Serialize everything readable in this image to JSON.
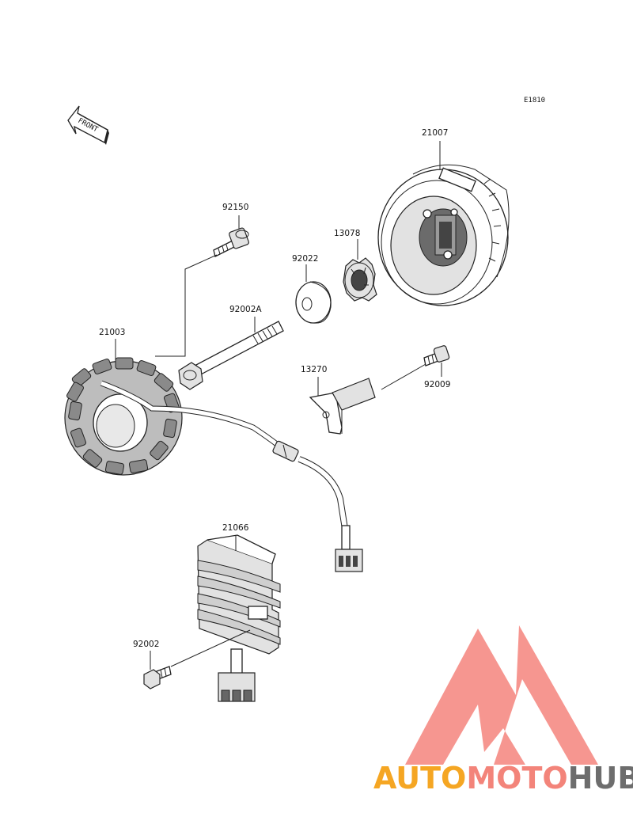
{
  "diagram": {
    "code": "E1810",
    "front_label": "FRONT",
    "parts": {
      "p21007": "21007",
      "p92150": "92150",
      "p13078": "13078",
      "p92022": "92022",
      "p92002A": "92002A",
      "p21003": "21003",
      "p13270": "13270",
      "p92009": "92009",
      "p21066": "21066",
      "p92002": "92002"
    }
  },
  "watermark": {
    "part1": "AUTO",
    "part2": "MOTO",
    "part3": "HUB",
    "color1": "#f5a623",
    "color2": "#f3847a",
    "color3": "#6d6d6d",
    "logo_color": "#f4847c"
  }
}
